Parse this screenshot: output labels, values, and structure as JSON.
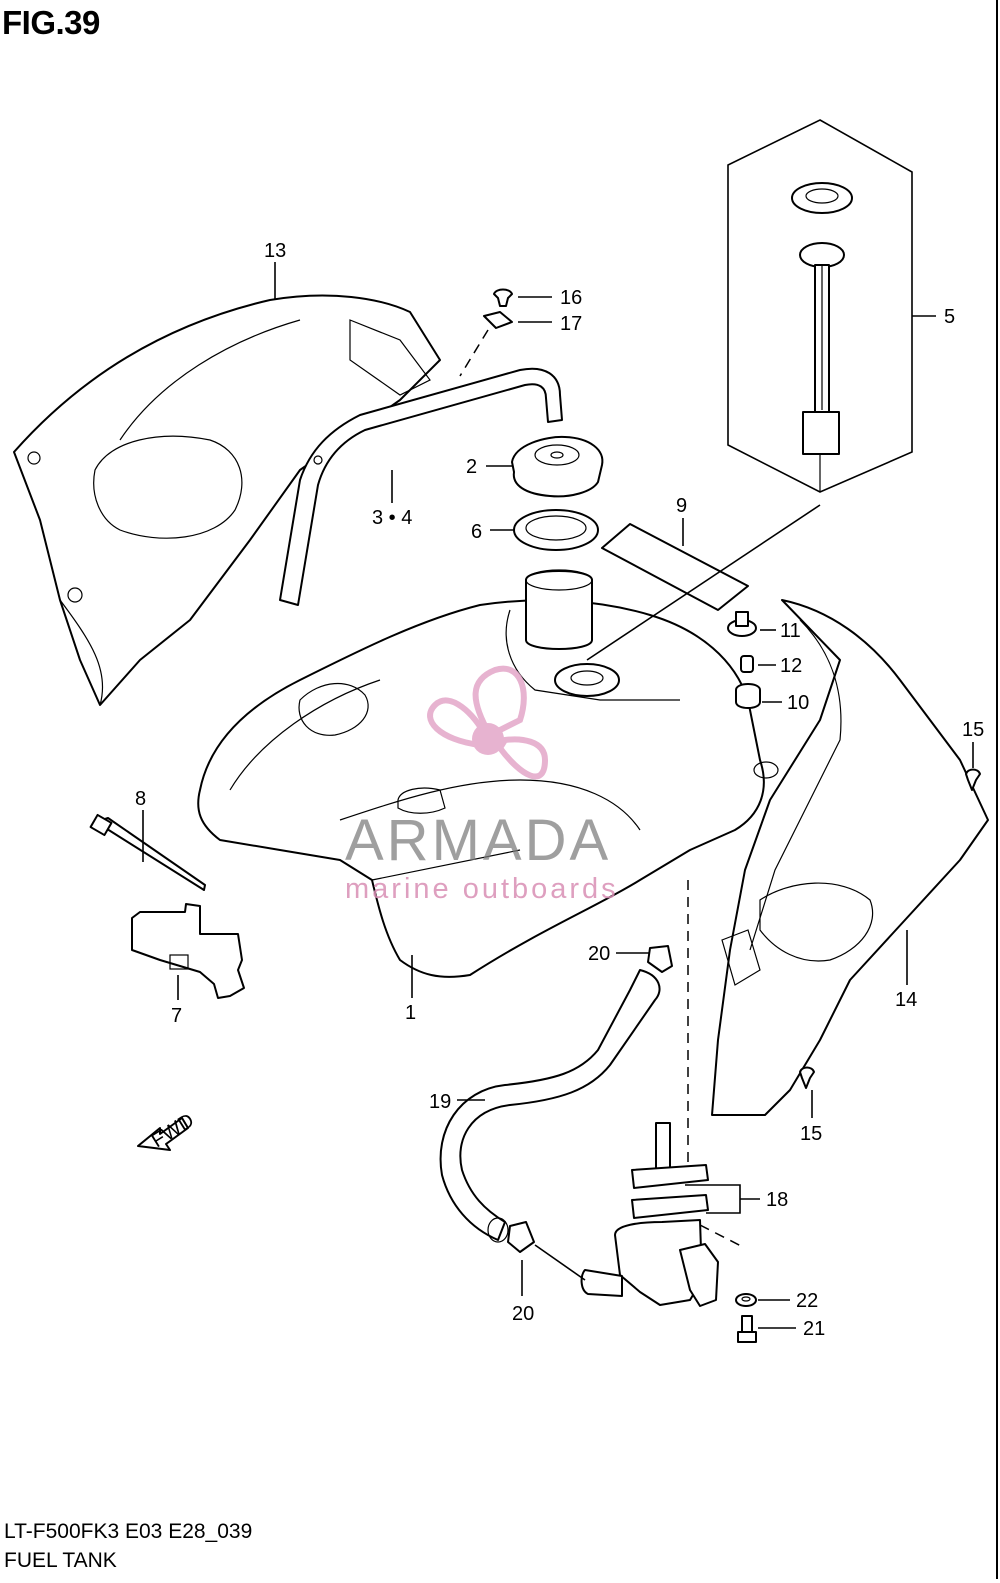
{
  "figure": {
    "title": "FIG.39",
    "model_code": "LT-F500FK3 E03 E28_039",
    "section_title": "FUEL TANK"
  },
  "watermark": {
    "brand": "ARMADA",
    "tagline": "marine outboards",
    "logo_icon": "propeller-icon",
    "color": "#e3a6c8"
  },
  "direction_arrow": {
    "label": "FWD"
  },
  "callouts": {
    "c1": "1",
    "c2": "2",
    "c3_4": "3 • 4",
    "c5": "5",
    "c6": "6",
    "c7": "7",
    "c8": "8",
    "c9": "9",
    "c10": "10",
    "c11": "11",
    "c12": "12",
    "c13": "13",
    "c14": "14",
    "c15a": "15",
    "c15b": "15",
    "c16": "16",
    "c17": "17",
    "c18": "18",
    "c19": "19",
    "c20a": "20",
    "c20b": "20",
    "c21": "21",
    "c22": "22"
  }
}
